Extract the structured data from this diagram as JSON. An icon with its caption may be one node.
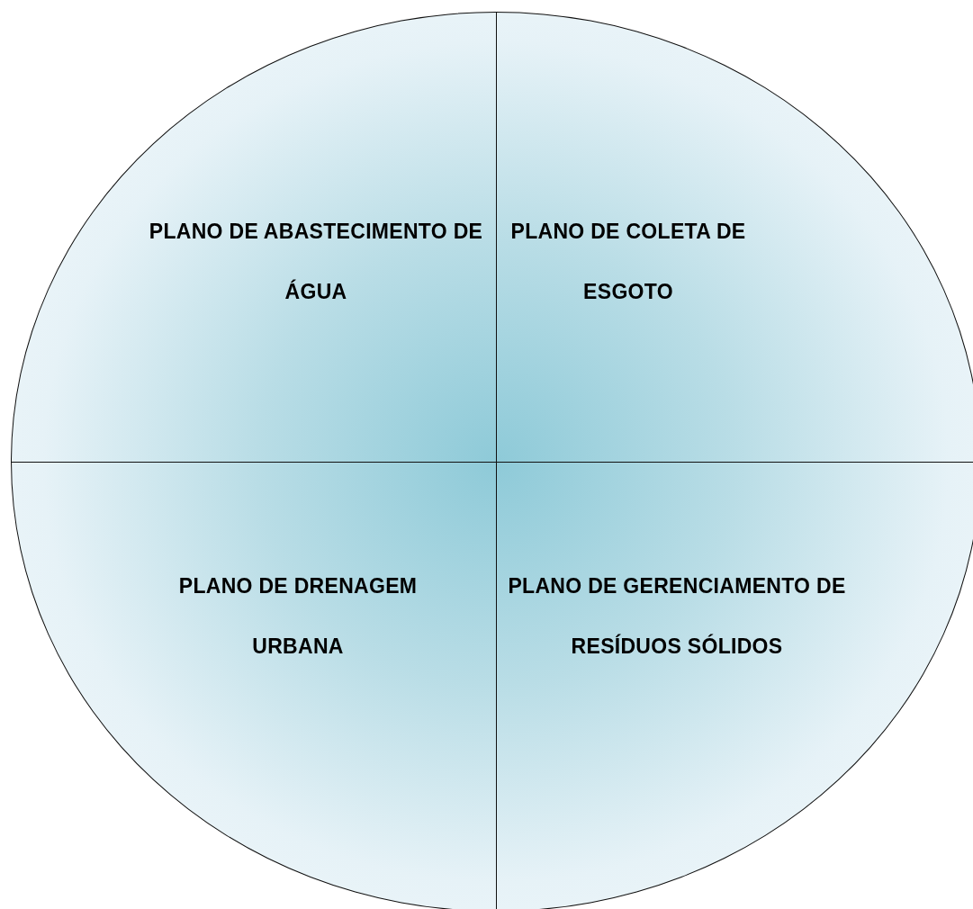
{
  "diagram": {
    "nodes": [
      {
        "text": [],
        "shape": "circle"
      },
      {
        "text": [
          "PLANO DE ABASTECIMENTO DE ÁGUA"
        ],
        "in": 0
      },
      {
        "text": [
          "PLANO DE COLETA DE ESGOTO"
        ],
        "in": 0
      },
      {
        "text": [
          "PLANO DE DRENAGEM URBANA"
        ],
        "in": 0
      },
      {
        "text": [
          "PLANO DE GERENCIAMENTO DE RESÍDUOS SÓLIDOS"
        ],
        "in": 0
      }
    ]
  }
}
